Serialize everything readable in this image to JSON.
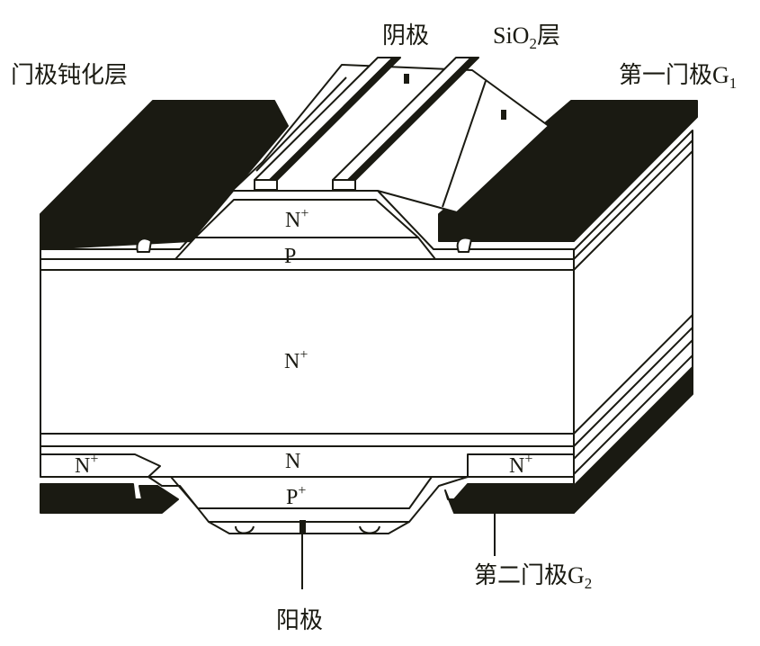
{
  "labels": {
    "gate_passivation": "门极钝化层",
    "cathode": "阴极",
    "sio2_layer": {
      "main": "SiO",
      "sub": "2",
      "suffix": "层"
    },
    "gate1": {
      "main": "第一门极G",
      "sub": "1"
    },
    "gate2": {
      "main": "第二门极G",
      "sub": "2"
    },
    "anode": "阳极"
  },
  "regions": {
    "n_plus_top": {
      "main": "N",
      "sup": "+"
    },
    "p_layer": "P",
    "n_plus_middle": {
      "main": "N",
      "sup": "+"
    },
    "n_layer": "N",
    "n_plus_left": {
      "main": "N",
      "sup": "+"
    },
    "n_plus_right": {
      "main": "N",
      "sup": "+"
    },
    "p_plus_bottom": {
      "main": "P",
      "sup": "+"
    }
  },
  "colors": {
    "ink": "#1a1a12",
    "background": "#ffffff"
  }
}
